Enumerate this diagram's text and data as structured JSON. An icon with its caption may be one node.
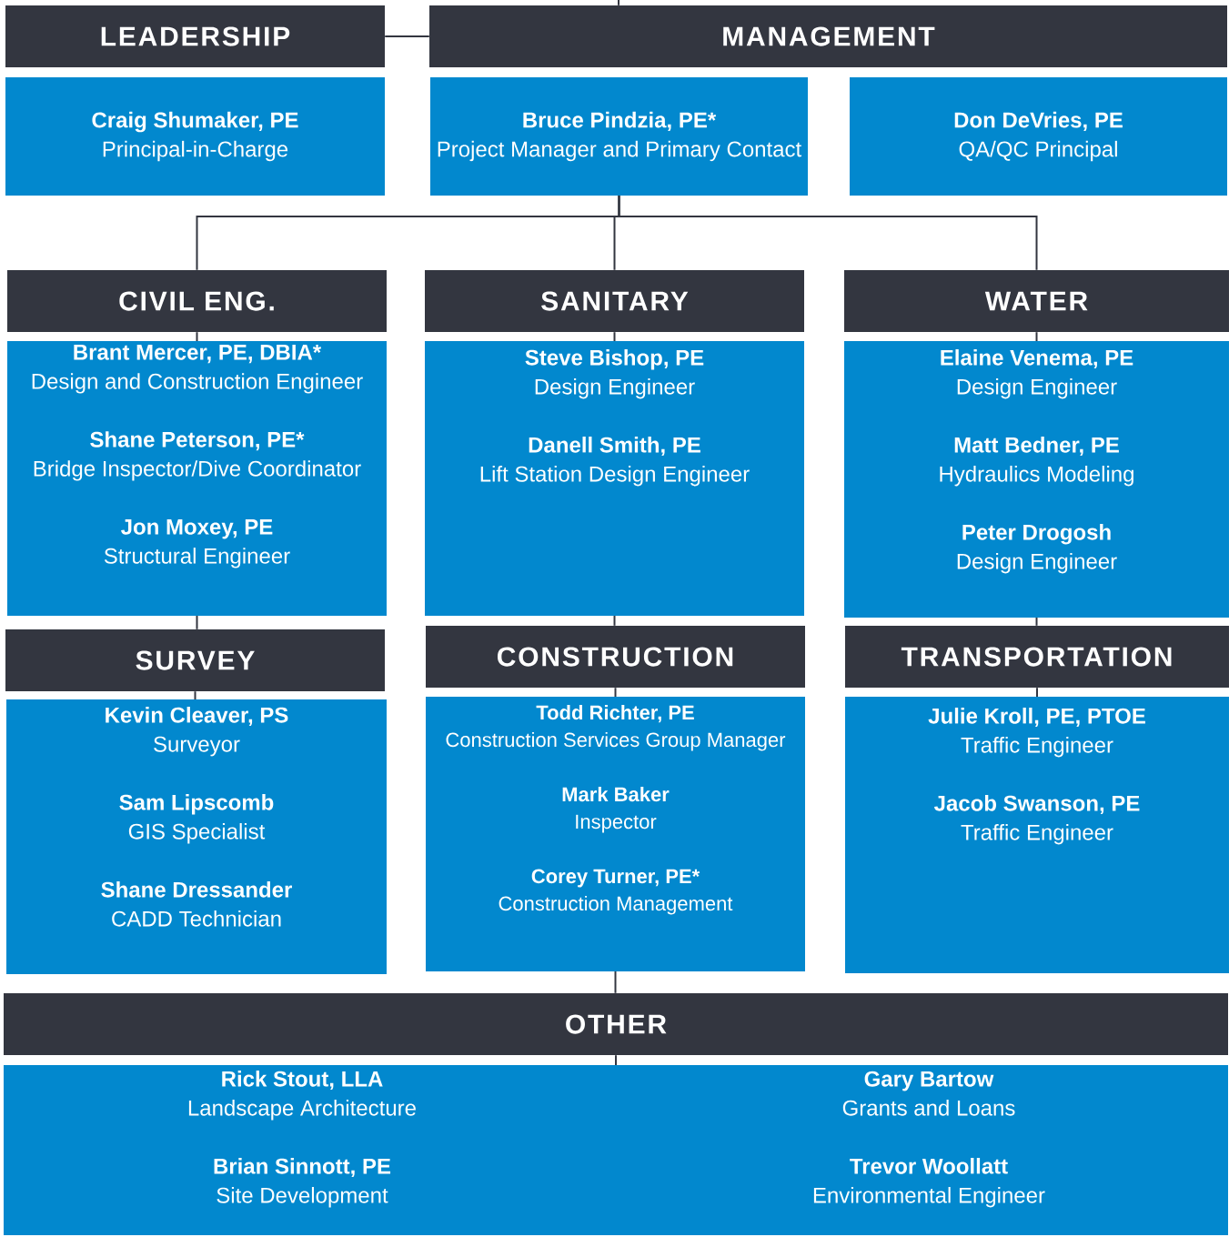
{
  "diagram": {
    "nodes": [
      {
        "text": [
          "LEADERSHIP"
        ]
      },
      {
        "text": [
          "Craig Shumaker, PE",
          "Principal-in-Charge"
        ]
      },
      {
        "text": [
          "MANAGEMENT"
        ]
      },
      {
        "text": [
          "Bruce Pindzia, PE*",
          "Project Manager and Primary Contact"
        ]
      },
      {
        "text": [
          "Don DeVries, PE",
          "QA/QC Principal"
        ]
      },
      {
        "text": [
          "CIVIL ENG."
        ]
      },
      {
        "text": [
          "Brant Mercer, PE, DBIA*",
          "Design and Construction Engineer",
          "Shane Peterson, PE*",
          "Bridge Inspector/Dive Coordinator",
          "Jon Moxey, PE",
          "Structural Engineer"
        ]
      },
      {
        "text": [
          "SANITARY"
        ]
      },
      {
        "text": [
          "Steve Bishop, PE",
          "Design Engineer",
          "Danell Smith, PE",
          "Lift Station Design Engineer"
        ]
      },
      {
        "text": [
          "WATER"
        ]
      },
      {
        "text": [
          "Elaine Venema, PE",
          "Design Engineer",
          "Matt Bedner, PE",
          "Hydraulics Modeling",
          "Peter Drogosh",
          "Design Engineer"
        ]
      },
      {
        "text": [
          "SURVEY"
        ]
      },
      {
        "text": [
          "Kevin Cleaver, PS",
          "Surveyor",
          "Sam Lipscomb",
          "GIS Specialist",
          "Shane Dressander",
          "CADD Technician"
        ]
      },
      {
        "text": [
          "CONSTRUCTION"
        ]
      },
      {
        "text": [
          "Todd Richter, PE",
          "Construction Services Group Manager",
          "Mark Baker",
          "Inspector",
          "Corey Turner, PE*",
          "Construction Management"
        ]
      },
      {
        "text": [
          "TRANSPORTATION"
        ]
      },
      {
        "text": [
          "Julie Kroll, PE, PTOE",
          "Traffic Engineer",
          "Jacob Swanson, PE",
          "Traffic Engineer"
        ]
      },
      {
        "text": [
          "OTHER"
        ]
      },
      {
        "text": [
          "Rick Stout, LLA",
          "Landscape Architecture",
          "Brian Sinnott, PE",
          "Site Development",
          "Gary Bartow",
          "Grants and Loans",
          "Trevor Woollatt",
          "Environmental Engineer"
        ]
      }
    ],
    "edges": [
      {
        "from": null,
        "to": 2,
        "arrow": "none"
      },
      {
        "from": 0,
        "to": 2,
        "arrow": "none"
      },
      {
        "from": 3,
        "to": 5,
        "arrow": "none"
      },
      {
        "from": 3,
        "to": 7,
        "arrow": "none"
      },
      {
        "from": 3,
        "to": 9,
        "arrow": "none"
      },
      {
        "from": 5,
        "to": 6,
        "arrow": "none"
      },
      {
        "from": 7,
        "to": 8,
        "arrow": "none"
      },
      {
        "from": 9,
        "to": 10,
        "arrow": "none"
      },
      {
        "from": 6,
        "to": 11,
        "arrow": "none"
      },
      {
        "from": 8,
        "to": 13,
        "arrow": "none"
      },
      {
        "from": 10,
        "to": 15,
        "arrow": "none"
      },
      {
        "from": 11,
        "to": 12,
        "arrow": "none"
      },
      {
        "from": 13,
        "to": 14,
        "arrow": "none"
      },
      {
        "from": 15,
        "to": 16,
        "arrow": "none"
      },
      {
        "from": 14,
        "to": 17,
        "arrow": "none"
      },
      {
        "from": 17,
        "to": 18,
        "arrow": "none"
      }
    ]
  }
}
